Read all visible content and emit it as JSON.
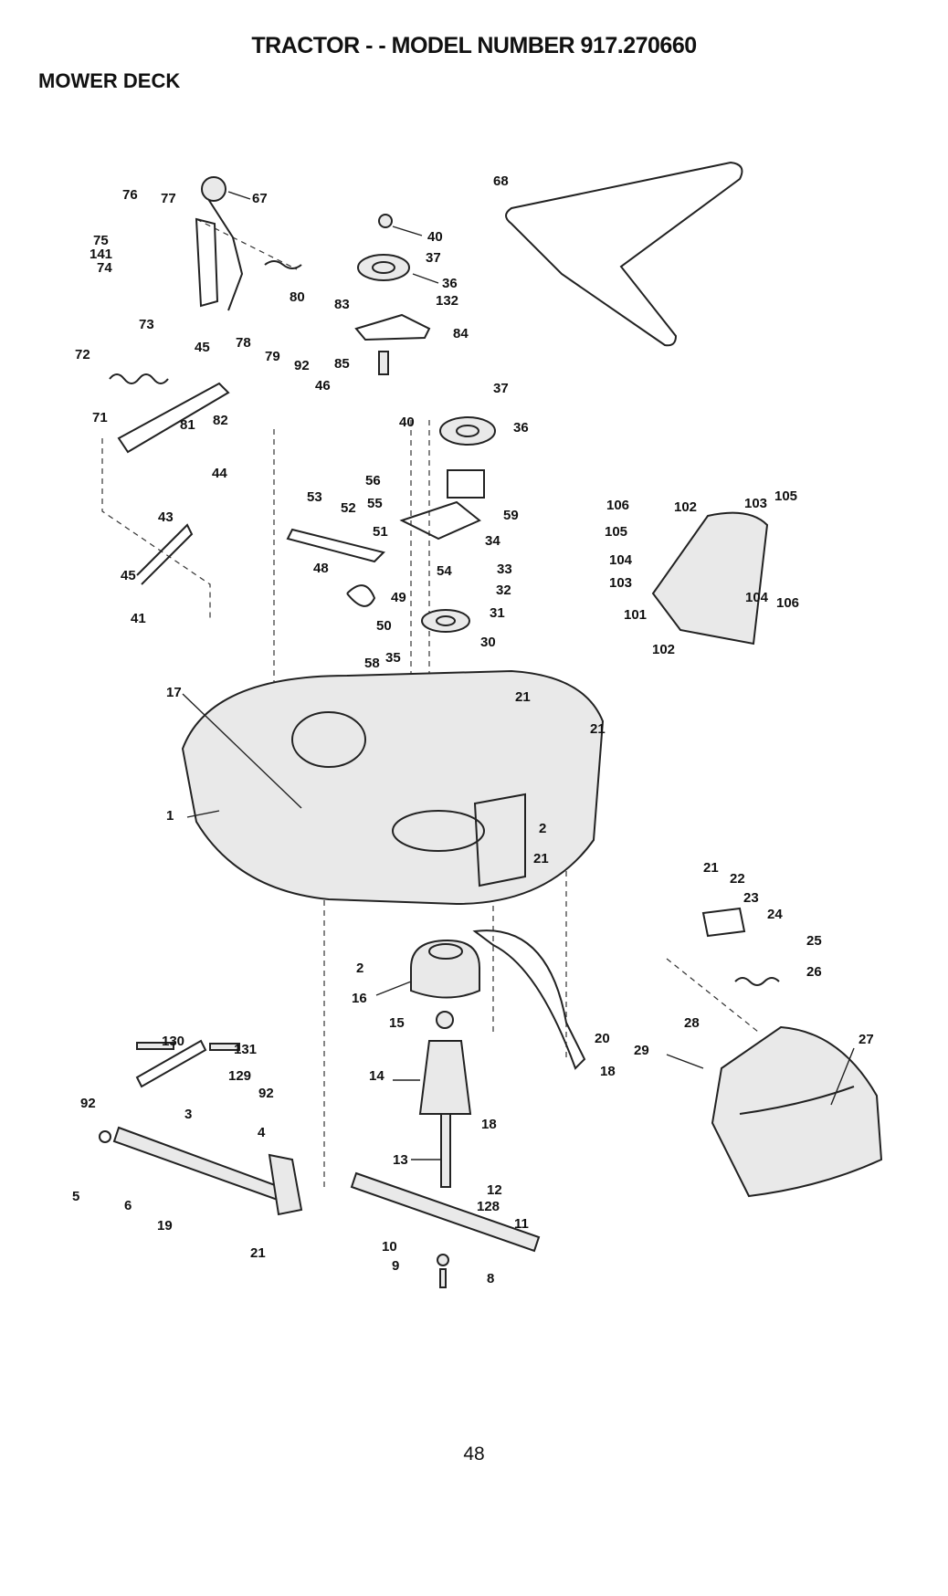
{
  "header": {
    "title": "TRACTOR - - MODEL NUMBER 917.270660",
    "section": "MOWER DECK"
  },
  "footer": {
    "page_number": "48"
  },
  "callouts": [
    "76",
    "77",
    "67",
    "75",
    "141",
    "74",
    "73",
    "80",
    "78",
    "79",
    "92",
    "72",
    "45",
    "81",
    "82",
    "46",
    "71",
    "44",
    "40",
    "37",
    "36",
    "83",
    "132",
    "84",
    "85",
    "37",
    "40",
    "36",
    "56",
    "55",
    "59",
    "51",
    "53",
    "52",
    "34",
    "48",
    "54",
    "33",
    "32",
    "49",
    "50",
    "31",
    "58",
    "35",
    "30",
    "43",
    "45",
    "41",
    "17",
    "21",
    "21",
    "1",
    "2",
    "21",
    "68",
    "106",
    "102",
    "103",
    "105",
    "105",
    "104",
    "103",
    "101",
    "104",
    "106",
    "102",
    "2",
    "16",
    "15",
    "14",
    "20",
    "18",
    "18",
    "13",
    "12",
    "128",
    "11",
    "10",
    "9",
    "8",
    "130",
    "131",
    "129",
    "92",
    "92",
    "3",
    "4",
    "5",
    "6",
    "19",
    "21",
    "21",
    "22",
    "23",
    "24",
    "25",
    "26",
    "28",
    "27",
    "29"
  ]
}
